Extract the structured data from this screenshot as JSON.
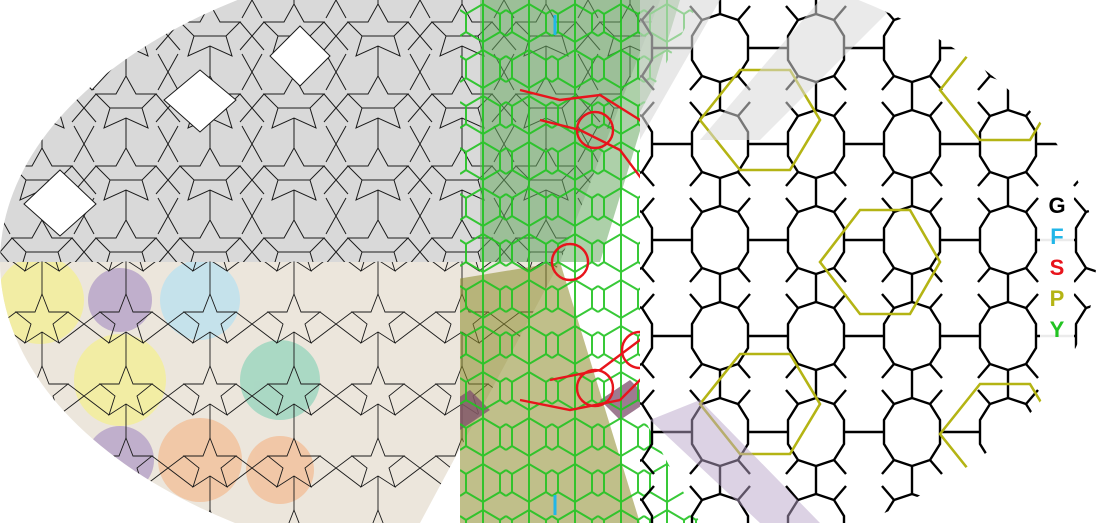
{
  "legend": [
    {
      "label": "G",
      "color": "#000000"
    },
    {
      "label": "F",
      "color": "#21b6e8"
    },
    {
      "label": "S",
      "color": "#e8141c"
    },
    {
      "label": "P",
      "color": "#b4b414"
    },
    {
      "label": "Y",
      "color": "#22c322"
    }
  ],
  "colors": {
    "gray_band": "#d8d8d8",
    "pastel_yellow": "#f4ee9a",
    "pastel_purple": "#b9a5c9",
    "pastel_peach": "#f2c29e",
    "pastel_blue": "#bfe1ee",
    "pastel_teal": "#9fd6c0",
    "olive": "#8d8a2a",
    "plum": "#7e4d6c",
    "tan": "#b98f63",
    "outline": "#1a1a1a"
  }
}
